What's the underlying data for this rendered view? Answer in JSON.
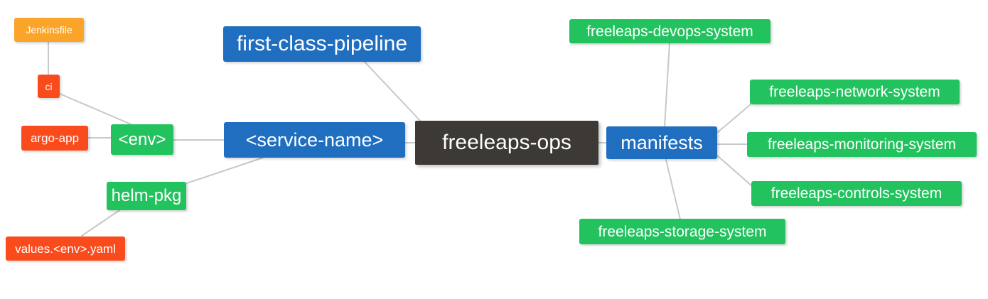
{
  "diagram": {
    "title": "freeleaps-ops mind map",
    "background_color": "#ffffff",
    "edge_color": "#c8c8c8",
    "palette": {
      "root": "#3d3934",
      "blue": "#1f6ec0",
      "green": "#22c35e",
      "orange": "#faa529",
      "red": "#fa4b1d",
      "text": "#ffffff"
    }
  },
  "nodes": {
    "root": {
      "label": "freeleaps-ops",
      "color": "#3d3934"
    },
    "first_class_pipeline": {
      "label": "first-class-pipeline",
      "color": "#1f6ec0"
    },
    "service_name": {
      "label": "<service-name>",
      "color": "#1f6ec0"
    },
    "manifests": {
      "label": "manifests",
      "color": "#1f6ec0"
    },
    "env": {
      "label": "<env>",
      "color": "#22c35e"
    },
    "helm_pkg": {
      "label": "helm-pkg",
      "color": "#22c35e"
    },
    "jenkinsfile": {
      "label": "Jenkinsfile",
      "color": "#faa529"
    },
    "ci": {
      "label": "ci",
      "color": "#fa4b1d"
    },
    "argo_app": {
      "label": "argo-app",
      "color": "#fa4b1d"
    },
    "values_yaml": {
      "label": "values.<env>.yaml",
      "color": "#fa4b1d"
    },
    "devops_system": {
      "label": "freeleaps-devops-system",
      "color": "#22c35e"
    },
    "network_system": {
      "label": "freeleaps-network-system",
      "color": "#22c35e"
    },
    "monitoring_system": {
      "label": "freeleaps-monitoring-system",
      "color": "#22c35e"
    },
    "controls_system": {
      "label": "freeleaps-controls-system",
      "color": "#22c35e"
    },
    "storage_system": {
      "label": "freeleaps-storage-system",
      "color": "#22c35e"
    }
  },
  "edges": [
    {
      "from": "root",
      "to": "first_class_pipeline"
    },
    {
      "from": "root",
      "to": "service_name"
    },
    {
      "from": "root",
      "to": "manifests"
    },
    {
      "from": "service_name",
      "to": "env"
    },
    {
      "from": "service_name",
      "to": "helm_pkg"
    },
    {
      "from": "env",
      "to": "ci"
    },
    {
      "from": "env",
      "to": "argo_app"
    },
    {
      "from": "ci",
      "to": "jenkinsfile"
    },
    {
      "from": "helm_pkg",
      "to": "values_yaml"
    },
    {
      "from": "manifests",
      "to": "devops_system"
    },
    {
      "from": "manifests",
      "to": "network_system"
    },
    {
      "from": "manifests",
      "to": "monitoring_system"
    },
    {
      "from": "manifests",
      "to": "controls_system"
    },
    {
      "from": "manifests",
      "to": "storage_system"
    }
  ]
}
